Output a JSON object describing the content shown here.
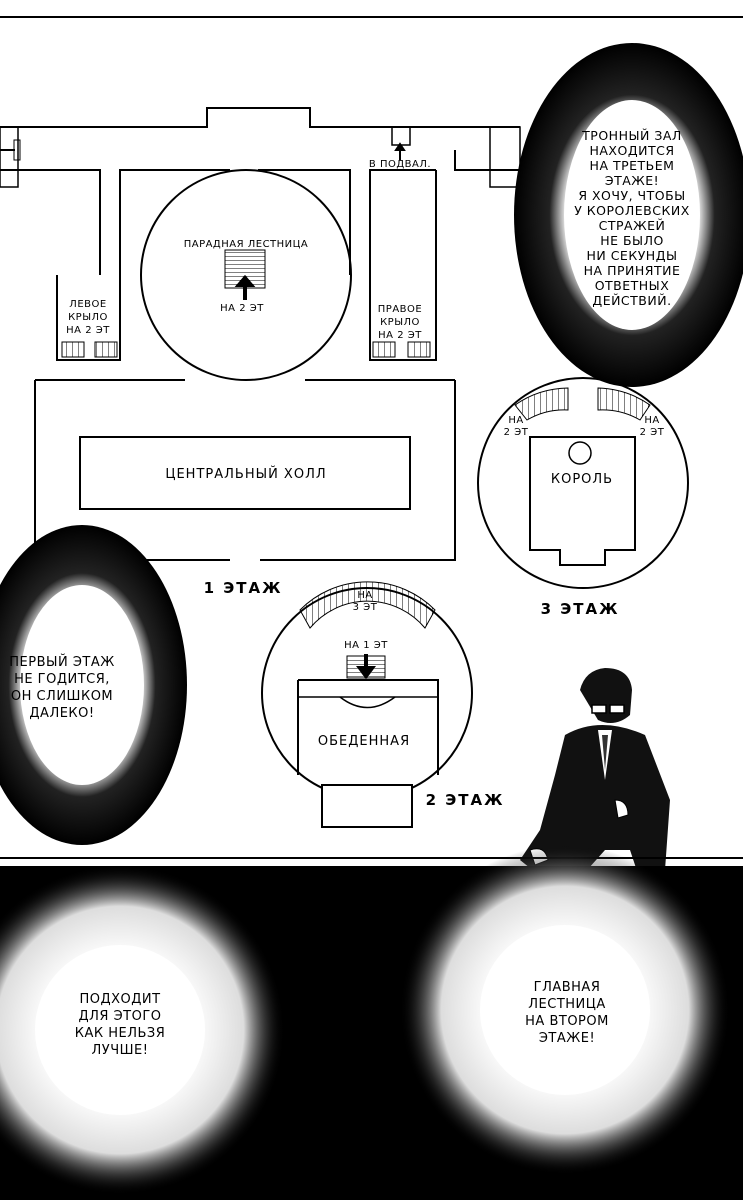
{
  "floor_plan": {
    "floor1": {
      "title": "1 ЭТАЖ",
      "grand_staircase": "ПАРАДНАЯ ЛЕСТНИЦА",
      "to_floor2": "НА 2 ЭТ",
      "basement": "В ПОДВАЛ.",
      "left_wing": [
        "ЛЕВОЕ",
        "КРЫЛО",
        "НА 2 ЭТ"
      ],
      "right_wing": [
        "ПРАВОЕ",
        "КРЫЛО",
        "НА 2 ЭТ"
      ],
      "central_hall": "ЦЕНТРАЛЬНЫЙ ХОЛЛ"
    },
    "floor2": {
      "title": "2 ЭТАЖ",
      "to_floor3": [
        "НА",
        "3 ЭТ"
      ],
      "to_floor1": "НА 1 ЭТ",
      "dining": "ОБЕДЕННАЯ"
    },
    "floor3": {
      "title": "3 ЭТАЖ",
      "to_floor2_left": [
        "НА",
        "2 ЭТ"
      ],
      "to_floor2_right": [
        "НА",
        "2 ЭТ"
      ],
      "king": "КОРОЛЬ"
    }
  },
  "bubbles": {
    "throne": [
      "ТРОННЫЙ ЗАЛ",
      "НАХОДИТСЯ",
      "НА ТРЕТЬЕМ",
      "ЭТАЖЕ!",
      "Я ХОЧУ, ЧТОБЫ",
      "У КОРОЛЕВСКИХ",
      "СТРАЖЕЙ",
      "НЕ БЫЛО",
      "НИ СЕКУНДЫ",
      "НА ПРИНЯТИЕ",
      "ОТВЕТНЫХ",
      "ДЕЙСТВИЙ."
    ],
    "first_floor": [
      "ПЕРВЫЙ ЭТАЖ",
      "НЕ ГОДИТСЯ,",
      "ОН СЛИШКОМ",
      "ДАЛЕКО!"
    ],
    "perfect": [
      "ПОДХОДИТ",
      "ДЛЯ ЭТОГО",
      "КАК НЕЛЬЗЯ",
      "ЛУЧШЕ!"
    ],
    "main_stairs": [
      "ГЛАВНАЯ",
      "ЛЕСТНИЦА",
      "НА ВТОРОМ",
      "ЭТАЖЕ!"
    ]
  }
}
